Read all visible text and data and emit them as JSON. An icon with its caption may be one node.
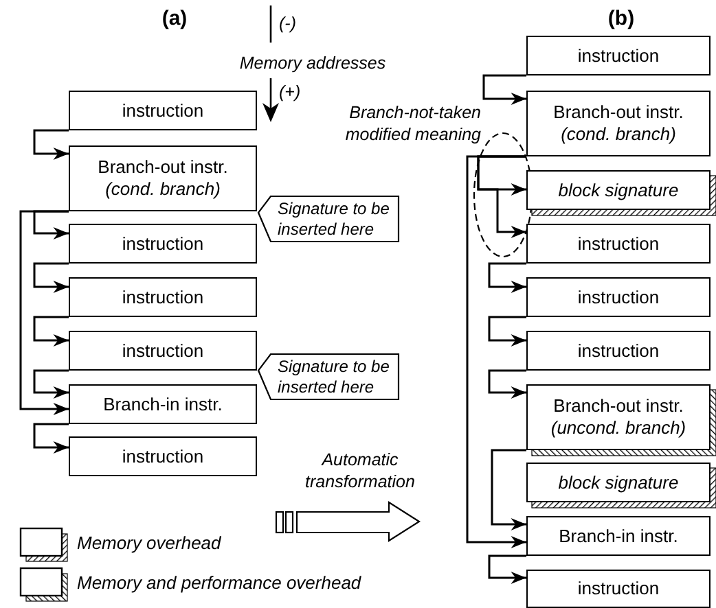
{
  "diagram": {
    "nodes": [
      {
        "text": [
          "instruction"
        ]
      },
      {
        "text": [
          "Branch-out instr.",
          "(cond. branch)"
        ]
      },
      {
        "text": [
          "instruction"
        ]
      },
      {
        "text": [
          "instruction"
        ]
      },
      {
        "text": [
          "instruction"
        ]
      },
      {
        "text": [
          "Branch-in instr."
        ]
      },
      {
        "text": [
          "instruction"
        ]
      },
      {
        "text": [
          "Signature to be inserted here"
        ]
      },
      {
        "text": [
          "Signature to be inserted here"
        ]
      },
      {
        "text": [
          "instruction"
        ]
      },
      {
        "text": [
          "Branch-out instr.",
          "(cond. branch)"
        ]
      },
      {
        "text": [
          "block signature"
        ]
      },
      {
        "text": [
          "instruction"
        ]
      },
      {
        "text": [
          "instruction"
        ]
      },
      {
        "text": [
          "instruction"
        ]
      },
      {
        "text": [
          "Branch-out instr.",
          "(uncond. branch)"
        ]
      },
      {
        "text": [
          "block signature"
        ]
      },
      {
        "text": [
          "Branch-in instr."
        ]
      },
      {
        "text": [
          "instruction"
        ]
      }
    ],
    "edges": [
      {
        "from": 0,
        "to": 1,
        "arrow": "to"
      },
      {
        "from": 1,
        "to": 2,
        "arrow": "to"
      },
      {
        "from": 2,
        "to": 3,
        "arrow": "to"
      },
      {
        "from": 3,
        "to": 4,
        "arrow": "to"
      },
      {
        "from": 4,
        "to": 5,
        "arrow": "to"
      },
      {
        "from": 1,
        "to": 5,
        "arrow": "to"
      },
      {
        "from": 5,
        "to": 6,
        "arrow": "to"
      },
      {
        "from": 9,
        "to": 10,
        "arrow": "to"
      },
      {
        "from": 10,
        "to": 11,
        "arrow": "to"
      },
      {
        "from": 10,
        "to": 12,
        "arrow": "to"
      },
      {
        "from": 12,
        "to": 13,
        "arrow": "to"
      },
      {
        "from": 13,
        "to": 14,
        "arrow": "to"
      },
      {
        "from": 14,
        "to": 15,
        "arrow": "to"
      },
      {
        "from": 15,
        "to": 17,
        "arrow": "to"
      },
      {
        "from": 10,
        "to": 17,
        "arrow": "to"
      },
      {
        "from": 17,
        "to": 18,
        "arrow": "to"
      }
    ],
    "labels": [
      "(a)",
      "(-)",
      "Memory addresses",
      "(+)",
      "(b)",
      "Branch-not-taken modified meaning",
      "Automatic transformation"
    ],
    "legend": [
      {
        "text": "Memory overhead"
      },
      {
        "text": "Memory and performance overhead"
      }
    ]
  }
}
